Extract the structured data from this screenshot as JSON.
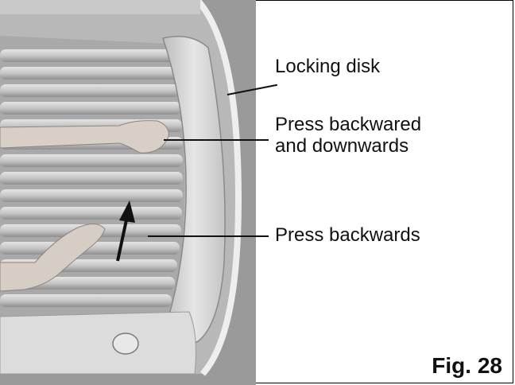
{
  "callouts": {
    "locking_disk": "Locking disk",
    "press_back_down_line1": "Press backwared",
    "press_back_down_line2": "and downwards",
    "press_backwards": "Press backwards"
  },
  "figure_label": "Fig. 28",
  "colors": {
    "photo_background": "#9d9d9d",
    "canopy_frame": "#d8d8d8",
    "tube": "#cfcfcf",
    "ink": "#111111"
  }
}
